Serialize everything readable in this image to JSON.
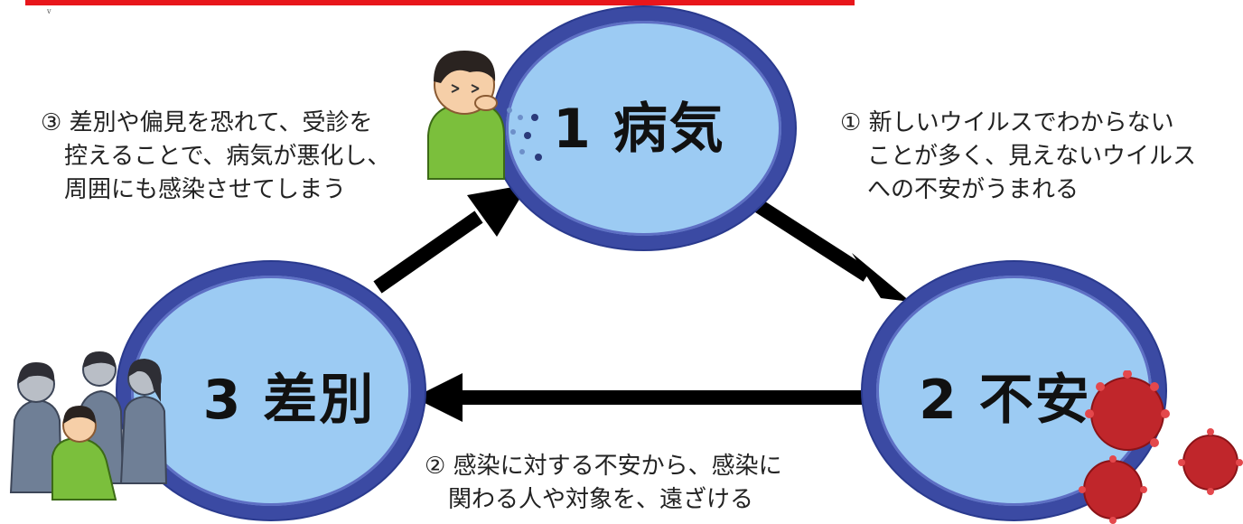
{
  "nodes": {
    "illness": "1 病気",
    "anxiety": "2 不安",
    "discrimination": "3 差別"
  },
  "notes": {
    "step1": [
      "① 新しいウイルスでわからない",
      "ことが多く、見えないウイルス",
      "への不安がうまれる"
    ],
    "step2": [
      "② 感染に対する不安から、感染に",
      "関わる人や対象を、遠ざける"
    ],
    "step3": [
      "③ 差別や偏見を恐れて、受診を",
      "控えることで、病気が悪化し、",
      "周囲にも感染させてしまう"
    ]
  },
  "marks": {
    "tiny": "v"
  },
  "colors": {
    "circle_fill": "#9ccbf3",
    "circle_border": "#3b4aa3",
    "arrow": "#000000",
    "top_bar": "#e8161b",
    "virus": "#c0262b"
  },
  "icons": [
    "coughing-person-icon",
    "virus-icon",
    "crowd-pointing-icon"
  ]
}
